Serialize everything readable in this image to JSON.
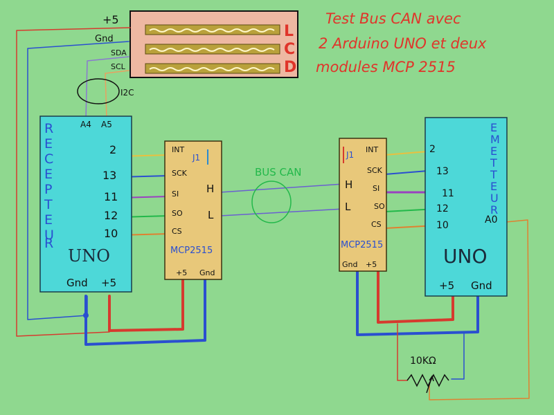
{
  "title": {
    "line1": "Test Bus CAN avec",
    "line2": "2 Arduino UNO et deux",
    "line3": "modules  MCP 2515"
  },
  "lcd": {
    "pins": [
      "+5",
      "Gnd",
      "SDA",
      "SCL"
    ],
    "letters": [
      "L",
      "C",
      "D"
    ],
    "bus_label": "I2C"
  },
  "receiver": {
    "vertical_label": "RECEPTEUR",
    "board": "UNO",
    "top_pins": [
      "A4",
      "A5"
    ],
    "side_pins": [
      "2",
      "13",
      "11",
      "12",
      "10"
    ],
    "bottom_pins": [
      "Gnd",
      "+5"
    ]
  },
  "emitter": {
    "vertical_label": "EMETTEUR",
    "board": "UNO",
    "side_pins": [
      "2",
      "13",
      "11",
      "12",
      "10"
    ],
    "analog_pin": "A0",
    "bottom_pins": [
      "+5",
      "Gnd"
    ]
  },
  "mcp_left": {
    "pins": [
      "INT",
      "SCK",
      "SI",
      "SO",
      "CS"
    ],
    "can_pins": [
      "H",
      "L"
    ],
    "jumper": "J1",
    "name": "MCP2515",
    "bottom_pins": [
      "+5",
      "Gnd"
    ]
  },
  "mcp_right": {
    "pins": [
      "INT",
      "SCK",
      "SI",
      "SO",
      "CS"
    ],
    "can_pins": [
      "H",
      "L"
    ],
    "jumper": "J1",
    "name": "MCP2515",
    "bottom_pins": [
      "Gnd",
      "+5"
    ]
  },
  "bus_label": "BUS CAN",
  "potentiometer": "10KΩ",
  "colors": {
    "background": "#8fd88f",
    "board": "#4dd8d8",
    "module": "#e8c87a",
    "red_wire": "#d63a2e",
    "blue_wire": "#2a4fd0",
    "title_red": "#e0342a",
    "label_blue": "#2a4fd0"
  }
}
